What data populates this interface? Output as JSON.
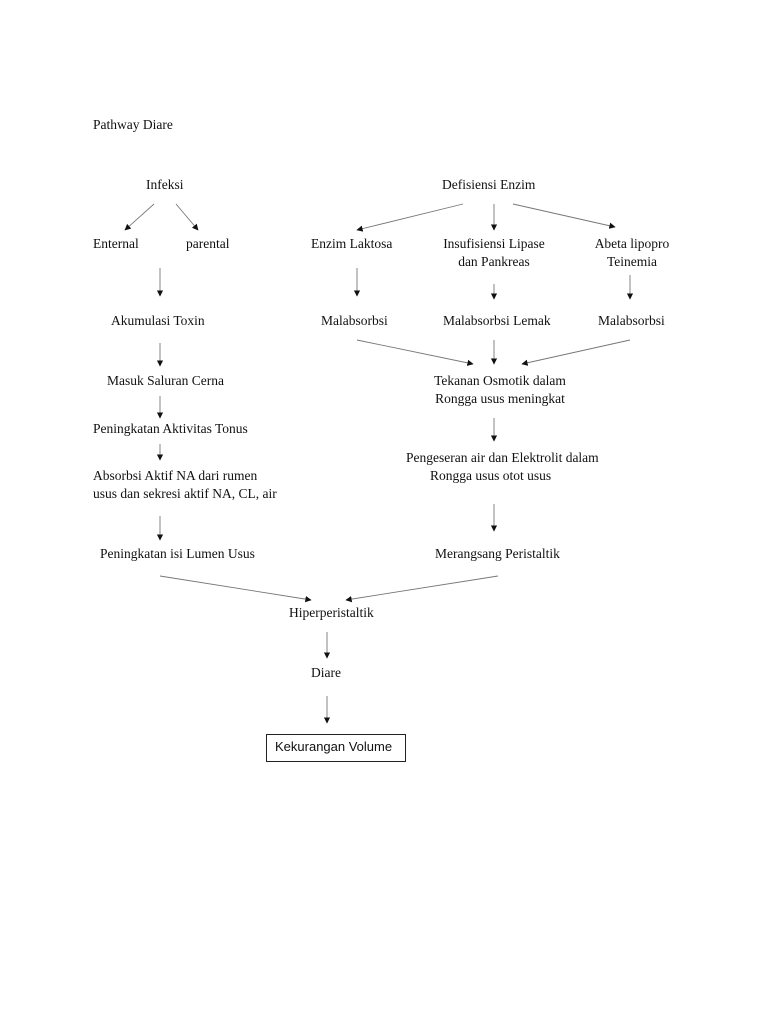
{
  "title": "Pathway Diare",
  "nodes": {
    "infeksi": "Infeksi",
    "defisiensi_enzim": "Defisiensi Enzim",
    "enternal": "Enternal",
    "parental": "parental",
    "enzim_laktosa": "Enzim Laktosa",
    "insufisiensi_1": "Insufisiensi Lipase",
    "insufisiensi_2": "dan Pankreas",
    "abeta_1": "Abeta lipopro",
    "abeta_2": "Teinemia",
    "akumulasi_toxin": "Akumulasi Toxin",
    "malabsorbsi_1": "Malabsorbsi",
    "malabsorbsi_lemak": "Malabsorbsi Lemak",
    "malabsorbsi_2": "Malabsorbsi",
    "masuk_saluran_cerna": "Masuk Saluran Cerna",
    "tekanan_1": "Tekanan Osmotik dalam",
    "tekanan_2": "Rongga usus meningkat",
    "peningkatan_aktivitas": "Peningkatan Aktivitas Tonus",
    "pengeseran_1": "Pengeseran air dan Elektrolit dalam",
    "pengeseran_2": "Rongga usus otot usus",
    "absorbsi_1": "Absorbsi Aktif NA dari rumen",
    "absorbsi_2": "usus dan sekresi aktif NA, CL, air",
    "peningkatan_lumen": "Peningkatan isi Lumen Usus",
    "merangsang": "Merangsang Peristaltik",
    "hiperperistaltik": "Hiperperistaltik",
    "diare": "Diare",
    "kekurangan_volume": "Kekurangan Volume"
  },
  "colors": {
    "line": "#222222",
    "thin_line": "#777777",
    "text": "#111111",
    "background": "#ffffff"
  }
}
